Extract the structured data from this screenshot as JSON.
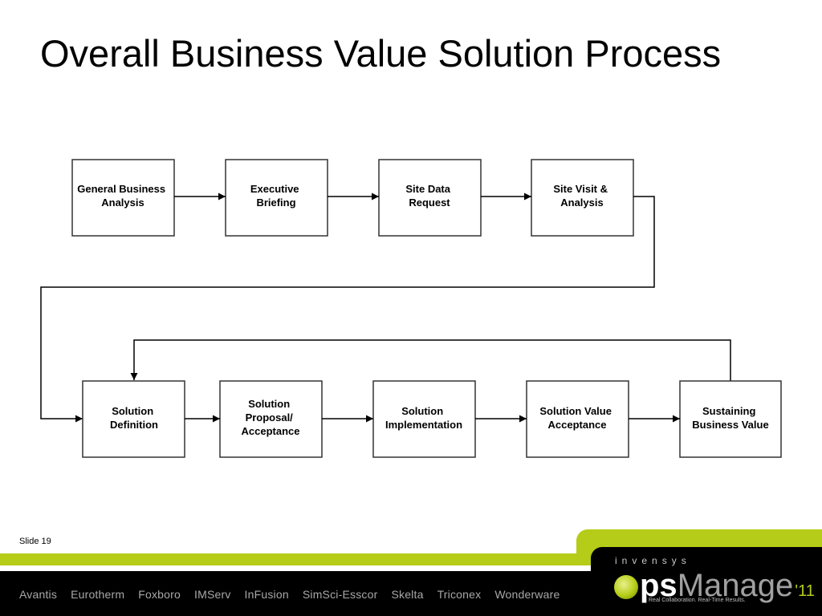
{
  "title": "Overall Business Value Solution Process",
  "diagram": {
    "row1": [
      {
        "line1": "General Business",
        "line2": "Analysis"
      },
      {
        "line1": "Executive",
        "line2": "Briefing"
      },
      {
        "line1": "Site Data",
        "line2": "Request"
      },
      {
        "line1": "Site Visit &",
        "line2": "Analysis"
      }
    ],
    "row2": [
      {
        "line1": "Solution",
        "line2": "Definition"
      },
      {
        "line1": "Solution",
        "line2": "Proposal/",
        "line3": "Acceptance"
      },
      {
        "line1": "Solution",
        "line2": "Implementation"
      },
      {
        "line1": "Solution Value",
        "line2": "Acceptance"
      },
      {
        "line1": "Sustaining",
        "line2": "Business Value"
      }
    ]
  },
  "footer": {
    "slide_number": "Slide 19",
    "brands": [
      "Avantis",
      "Eurotherm",
      "Foxboro",
      "IMServ",
      "InFusion",
      "SimSci-Esscor",
      "Skelta",
      "Triconex",
      "Wonderware"
    ],
    "logo": {
      "company": "invensys",
      "product_prefix": "ps",
      "product_suffix": "Manage",
      "year": "'11",
      "tagline": "Real Collaboration. Real-Time Results."
    }
  },
  "colors": {
    "accent_green": "#b5cc18",
    "footer_black": "#000000",
    "box_border": "#333333"
  }
}
